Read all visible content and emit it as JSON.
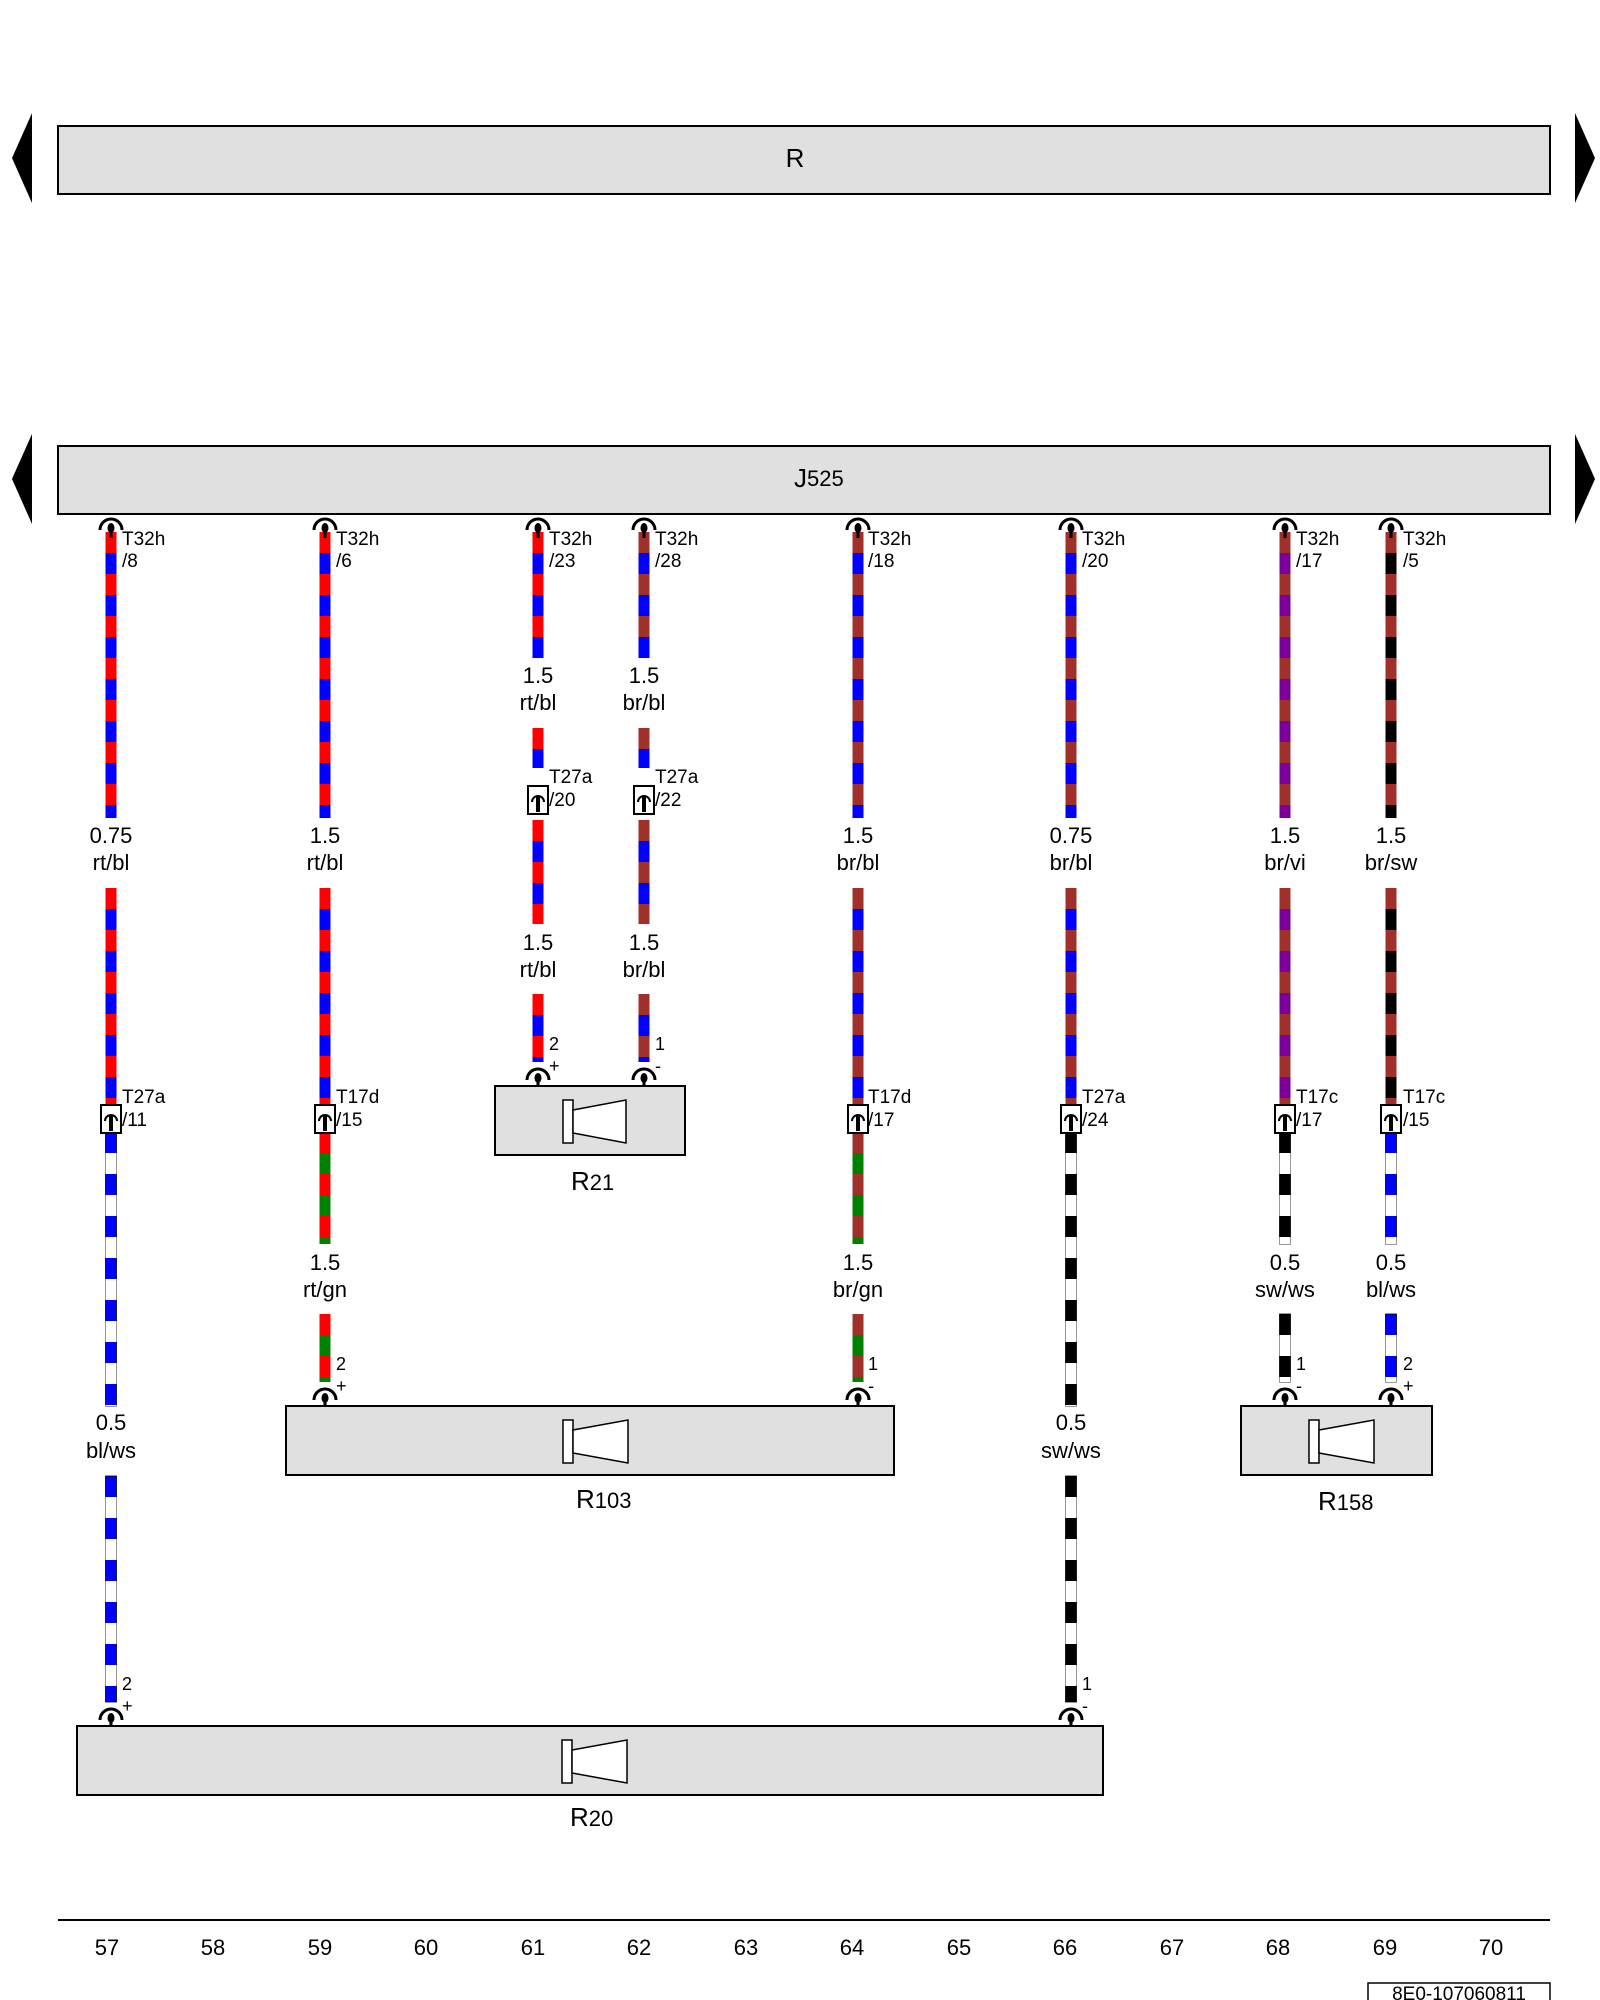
{
  "colors": {
    "rt": "#ff0000",
    "bl": "#0000ff",
    "br": "#a0302a",
    "gn": "#008000",
    "sw": "#000000",
    "ws": "#ffffff",
    "vi": "#7a0099",
    "bar_fill": "#e0e0e0"
  },
  "bars": {
    "r": "R",
    "j525": {
      "main": "J",
      "sub": "525"
    }
  },
  "components": {
    "r21": {
      "main": "R",
      "sub": "21"
    },
    "r103": {
      "main": "R",
      "sub": "103"
    },
    "r158": {
      "main": "R",
      "sub": "158"
    },
    "r20": {
      "main": "R",
      "sub": "20"
    }
  },
  "connectors": [
    {
      "name": "T32h",
      "pin": "/8"
    },
    {
      "name": "T32h",
      "pin": "/6"
    },
    {
      "name": "T32h",
      "pin": "/23"
    },
    {
      "name": "T32h",
      "pin": "/28"
    },
    {
      "name": "T32h",
      "pin": "/18"
    },
    {
      "name": "T32h",
      "pin": "/20"
    },
    {
      "name": "T32h",
      "pin": "/17"
    },
    {
      "name": "T32h",
      "pin": "/5"
    },
    {
      "name": "T27a",
      "pin": "/20"
    },
    {
      "name": "T27a",
      "pin": "/22"
    },
    {
      "name": "T27a",
      "pin": "/11"
    },
    {
      "name": "T17d",
      "pin": "/15"
    },
    {
      "name": "T17d",
      "pin": "/17"
    },
    {
      "name": "T27a",
      "pin": "/24"
    },
    {
      "name": "T17c",
      "pin": "/17"
    },
    {
      "name": "T17c",
      "pin": "/15"
    }
  ],
  "wires": [
    {
      "size": "0.75",
      "color": "rt/bl"
    },
    {
      "size": "1.5",
      "color": "rt/bl"
    },
    {
      "size": "1.5",
      "color": "rt/bl"
    },
    {
      "size": "1.5",
      "color": "br/bl"
    },
    {
      "size": "1.5",
      "color": "rt/bl"
    },
    {
      "size": "1.5",
      "color": "br/bl"
    },
    {
      "size": "1.5",
      "color": "br/bl"
    },
    {
      "size": "0.75",
      "color": "br/bl"
    },
    {
      "size": "1.5",
      "color": "br/vi"
    },
    {
      "size": "1.5",
      "color": "br/sw"
    },
    {
      "size": "1.5",
      "color": "rt/gn"
    },
    {
      "size": "1.5",
      "color": "br/gn"
    },
    {
      "size": "0.5",
      "color": "sw/ws"
    },
    {
      "size": "0.5",
      "color": "bl/ws"
    },
    {
      "size": "0.5",
      "color": "bl/ws"
    },
    {
      "size": "0.5",
      "color": "sw/ws"
    }
  ],
  "terminals": [
    {
      "pin": "2",
      "polarity": "+"
    },
    {
      "pin": "1",
      "polarity": "-"
    },
    {
      "pin": "2",
      "polarity": "+"
    },
    {
      "pin": "1",
      "polarity": "-"
    },
    {
      "pin": "1",
      "polarity": "-"
    },
    {
      "pin": "2",
      "polarity": "+"
    },
    {
      "pin": "2",
      "polarity": "+"
    },
    {
      "pin": "1",
      "polarity": "-"
    }
  ],
  "track_numbers": [
    "57",
    "58",
    "59",
    "60",
    "61",
    "62",
    "63",
    "64",
    "65",
    "66",
    "67",
    "68",
    "69",
    "70"
  ],
  "reference": "8E0-107060811"
}
